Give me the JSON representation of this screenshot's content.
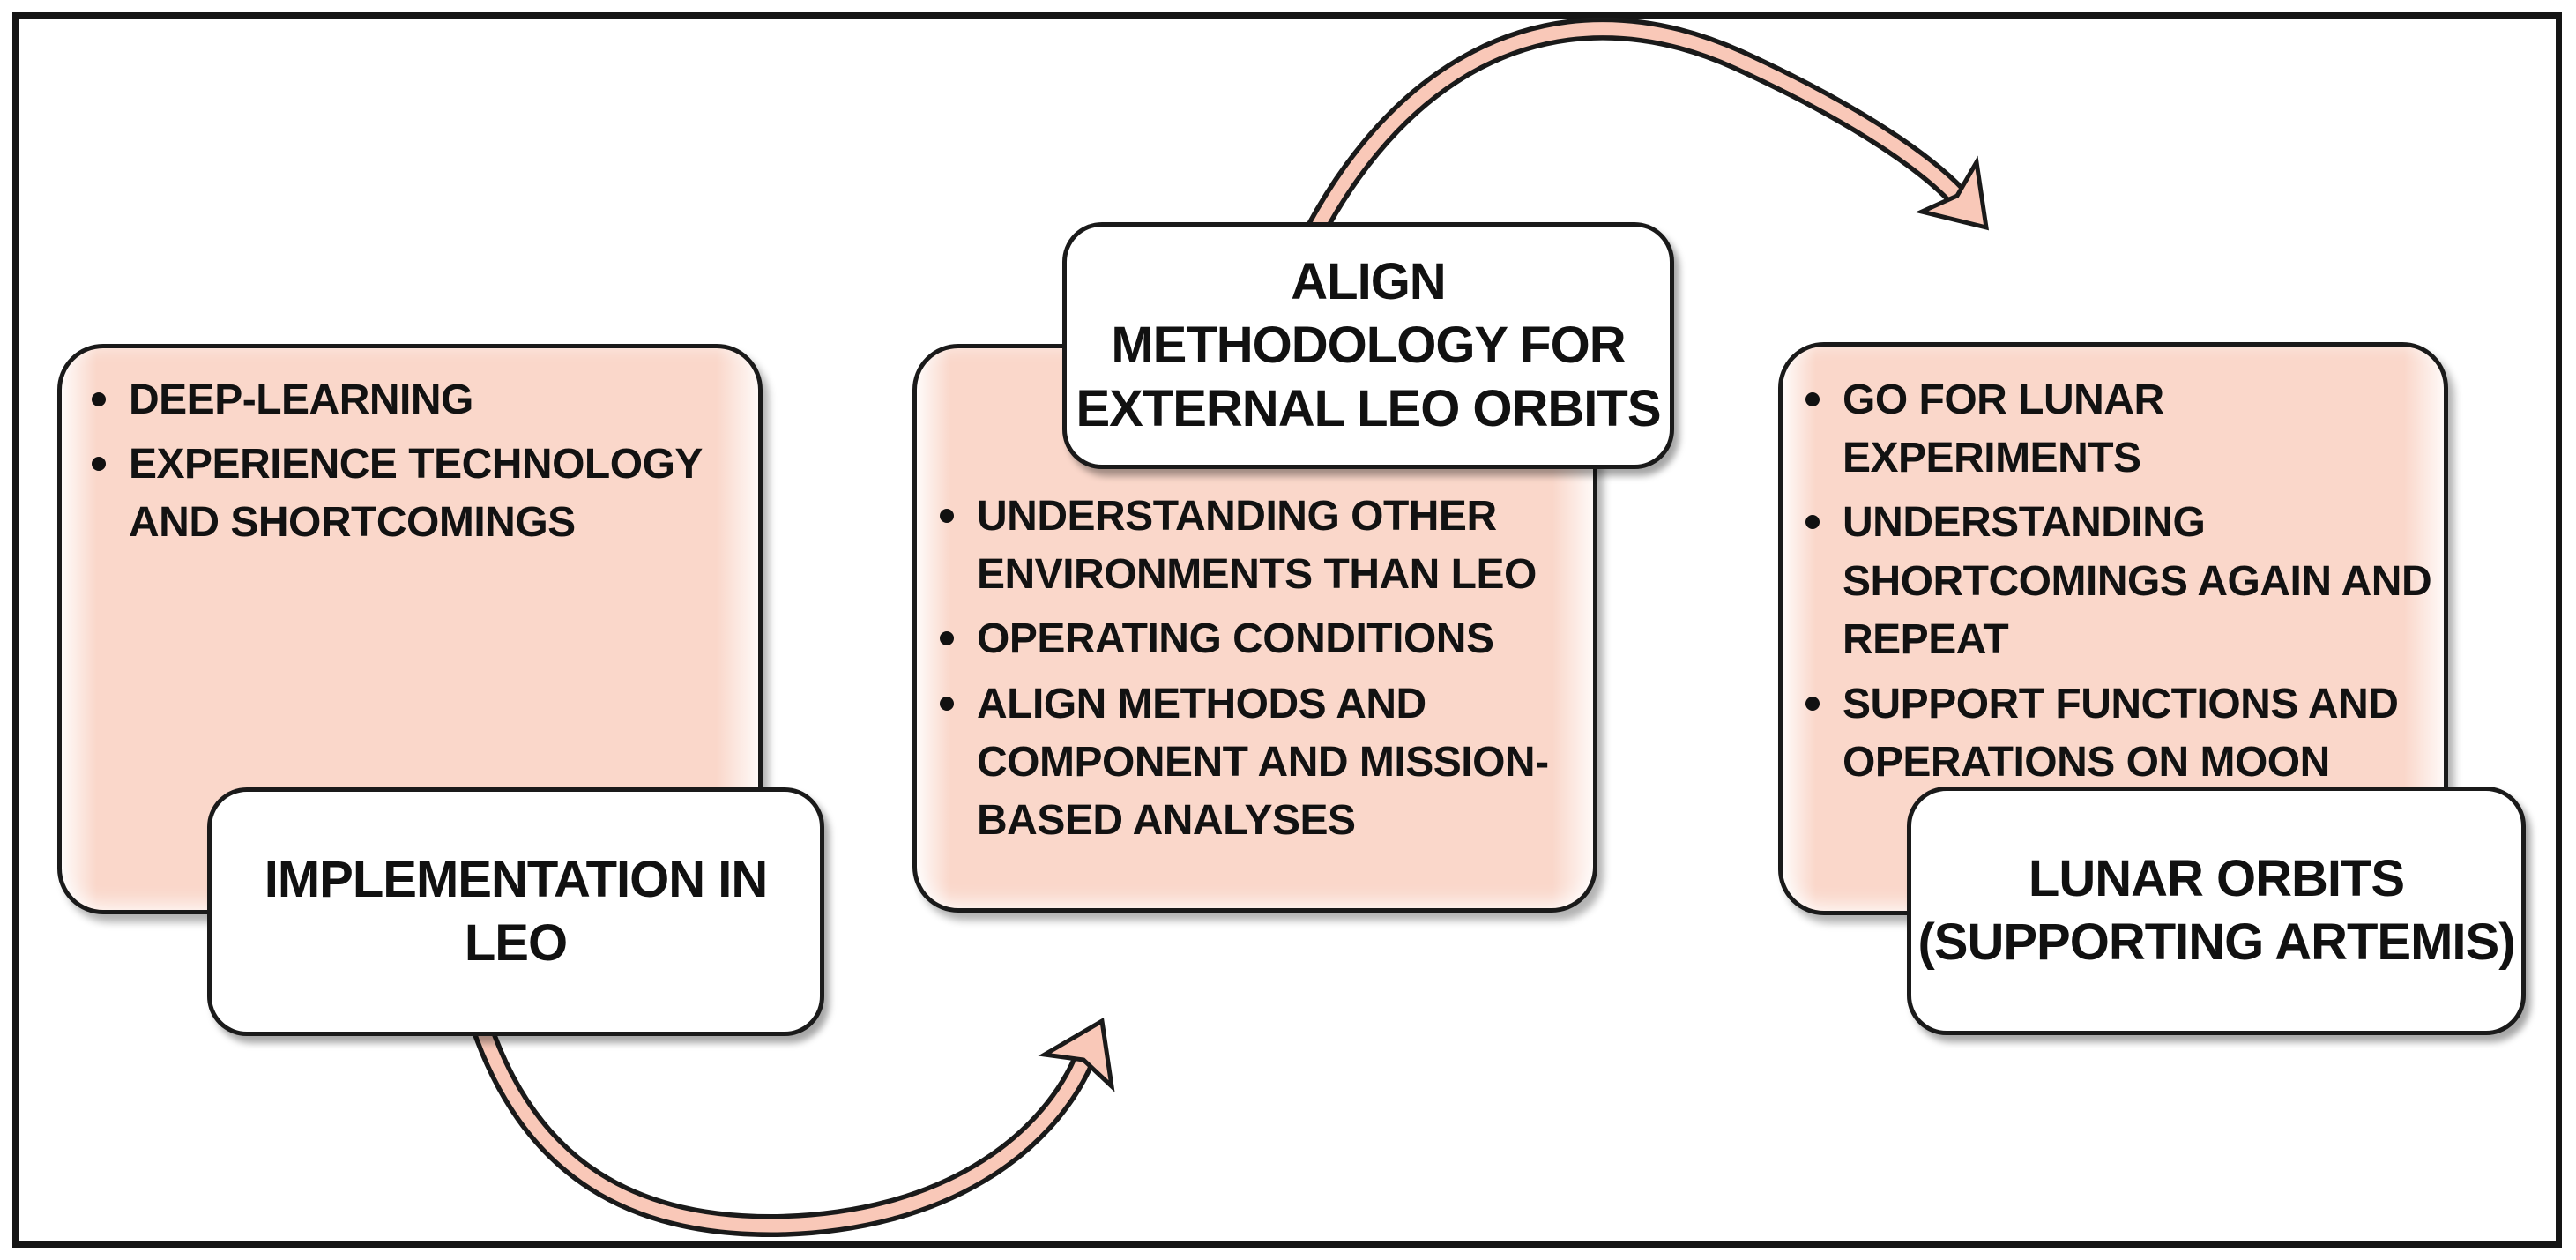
{
  "colors": {
    "box_fill": "#fad7ca",
    "label_fill": "#ffffff",
    "arrow_fill": "#f9c8b8",
    "border": "#1a1a1a"
  },
  "stages": [
    {
      "label": "IMPLEMENTATION IN\nLEO",
      "bullets": [
        "DEEP-LEARNING",
        "EXPERIENCE TECHNOLOGY\nAND SHORTCOMINGS"
      ]
    },
    {
      "label": "ALIGN\nMETHODOLOGY FOR\nEXTERNAL LEO ORBITS",
      "bullets": [
        "UNDERSTANDING OTHER\nENVIRONMENTS THAN LEO",
        "OPERATING CONDITIONS",
        "ALIGN METHODS AND\nCOMPONENT AND MISSION-\nBASED ANALYSES"
      ]
    },
    {
      "label": "LUNAR ORBITS\n(SUPPORTING ARTEMIS)",
      "bullets": [
        "GO FOR LUNAR\nEXPERIMENTS",
        "UNDERSTANDING\nSHORTCOMINGS AGAIN AND\nREPEAT",
        "SUPPORT FUNCTIONS AND\nOPERATIONS ON MOON"
      ]
    }
  ]
}
